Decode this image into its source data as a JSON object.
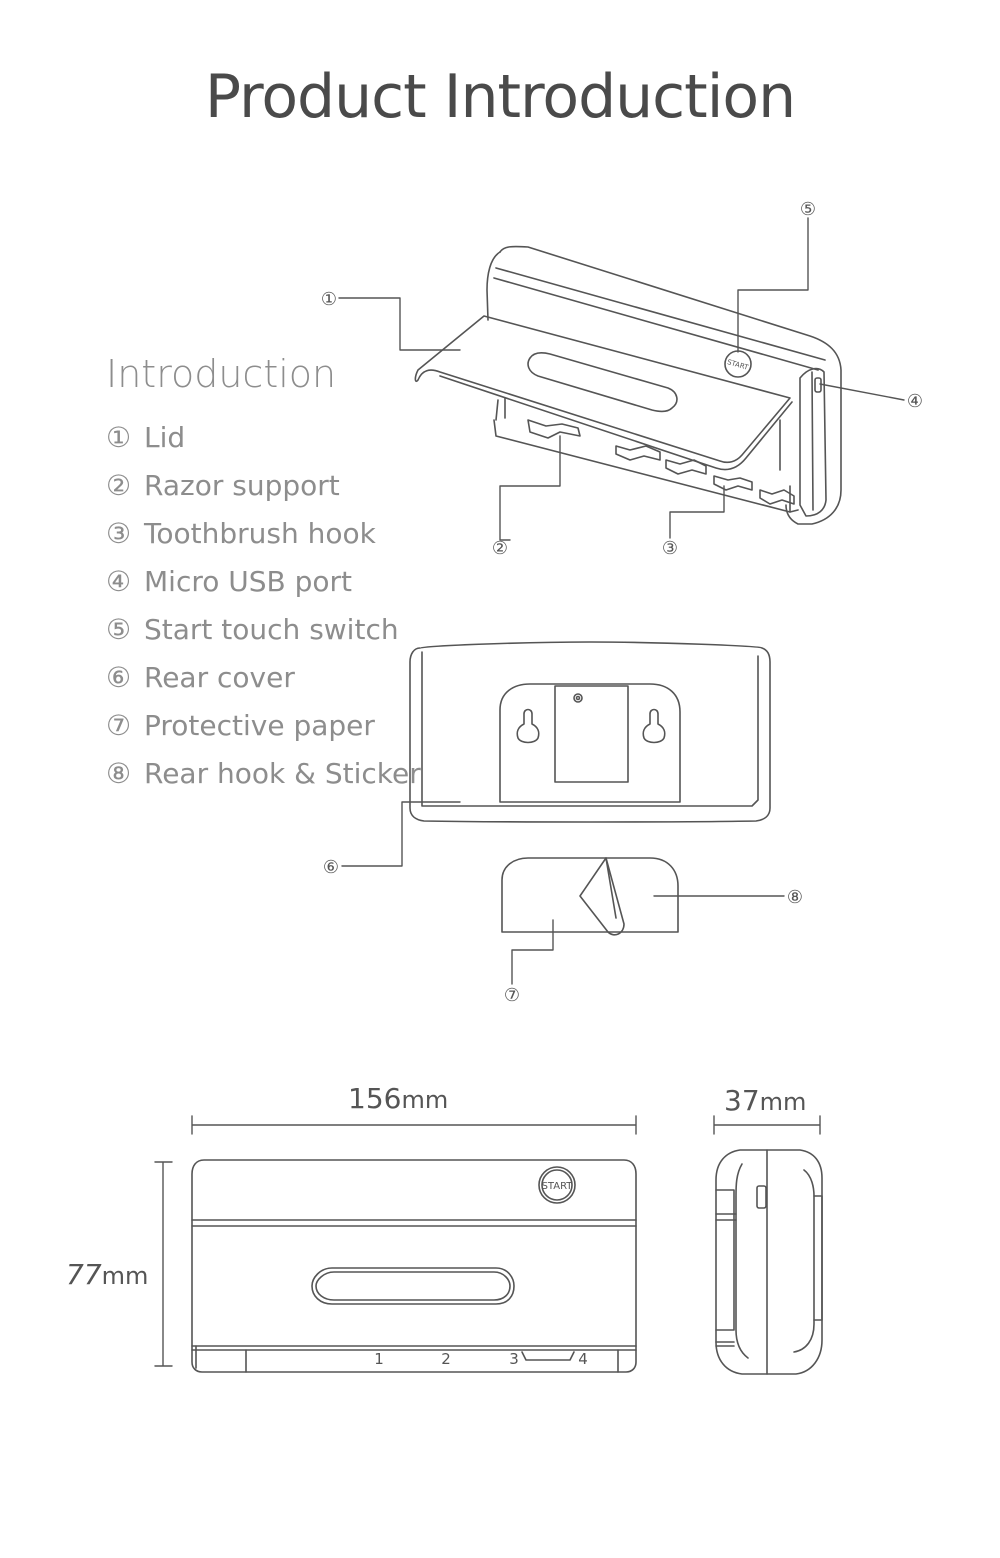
{
  "title": "Product Introduction",
  "intro": {
    "heading": "Introduction",
    "items": [
      {
        "num": "①",
        "label": "Lid"
      },
      {
        "num": "②",
        "label": "Razor support"
      },
      {
        "num": "③",
        "label": "Toothbrush hook"
      },
      {
        "num": "④",
        "label": "Micro USB port"
      },
      {
        "num": "⑤",
        "label": "Start touch switch"
      },
      {
        "num": "⑥",
        "label": "Rear cover"
      },
      {
        "num": "⑦",
        "label": "Protective paper"
      },
      {
        "num": "⑧",
        "label": "Rear hook & Sticker"
      }
    ]
  },
  "callouts": [
    "①",
    "②",
    "③",
    "④",
    "⑤",
    "⑥",
    "⑦",
    "⑧"
  ],
  "device": {
    "start_label": "START",
    "slot_numbers": [
      "1",
      "2",
      "3",
      "4"
    ]
  },
  "dimensions": {
    "width": {
      "value": "156",
      "unit": "mm"
    },
    "depth": {
      "value": "37",
      "unit": "mm"
    },
    "height": {
      "value": "77",
      "unit": "mm"
    }
  },
  "colors": {
    "line": "#555555",
    "text": "#8d8d8d",
    "title": "#4a4a4a"
  }
}
